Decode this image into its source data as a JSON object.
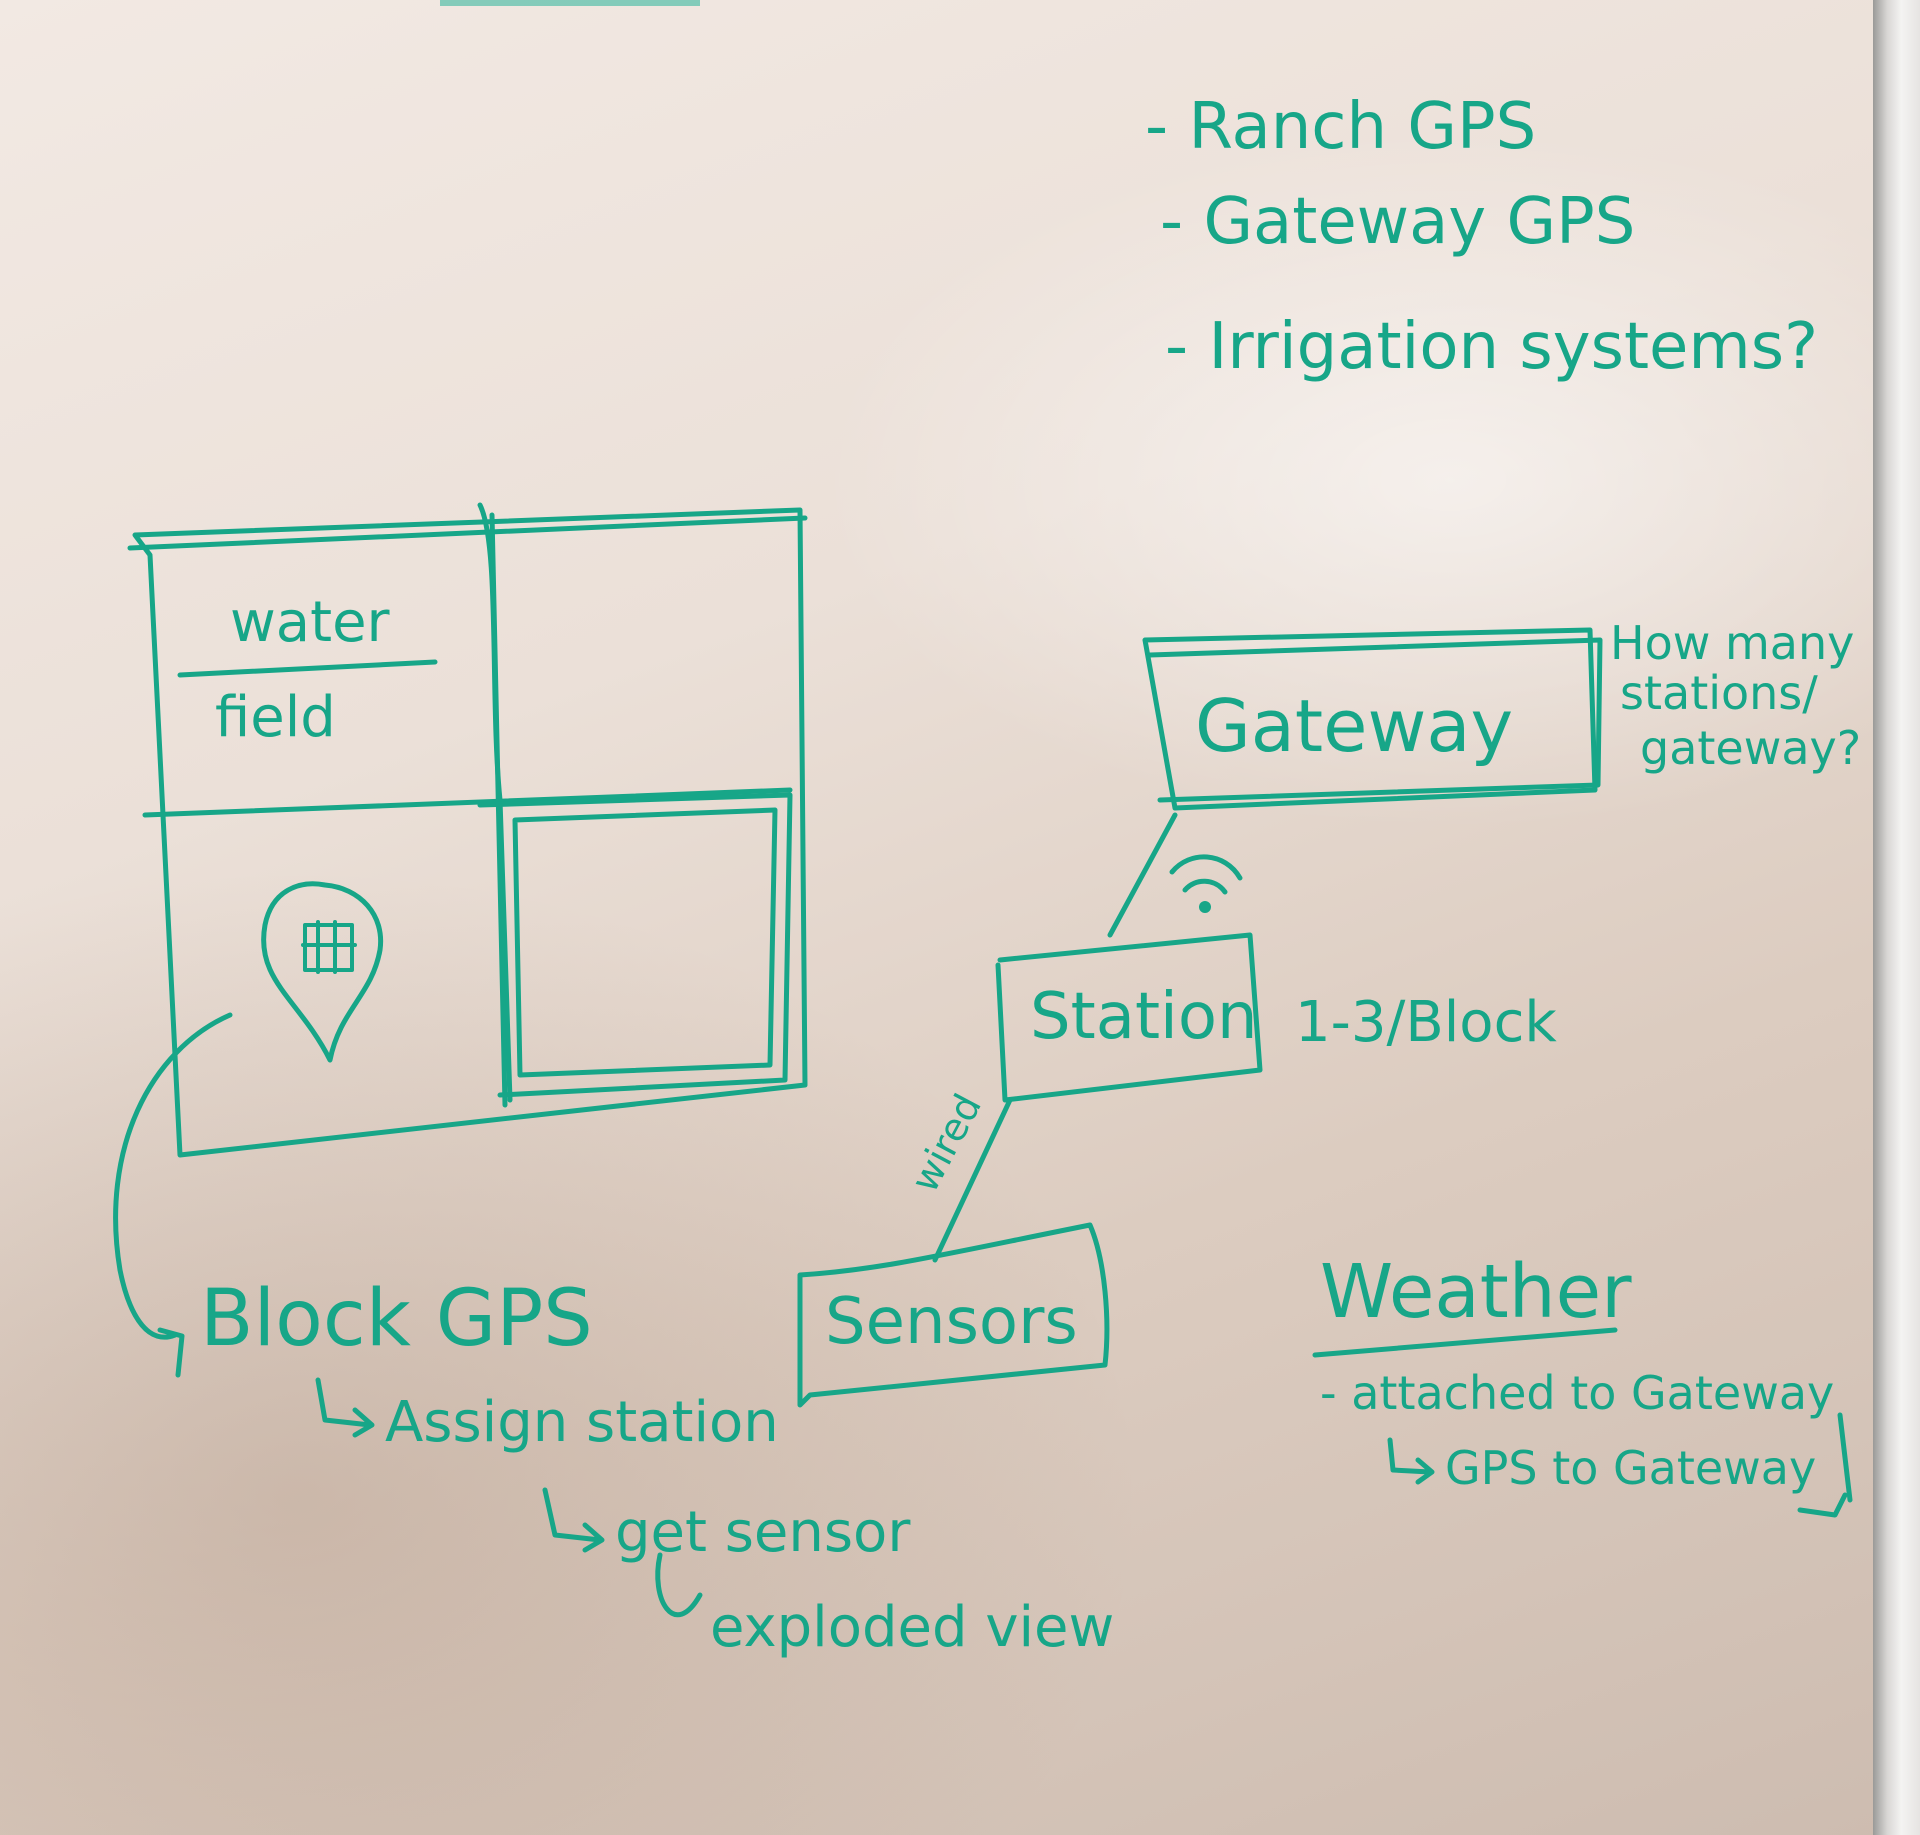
{
  "list": {
    "items": [
      "- Ranch GPS",
      "- Gateway GPS",
      "- Irrigation systems?"
    ]
  },
  "grid": {
    "top_left_upper": "water",
    "top_left_lower": "field"
  },
  "gateway": {
    "label": "Gateway",
    "question": [
      "How many",
      "stations/",
      "gateway?"
    ]
  },
  "station": {
    "label": "Station",
    "ratio": "1-3/Block"
  },
  "sensors": {
    "label": "Sensors",
    "link_label": "wired"
  },
  "flow": {
    "block_gps": "Block GPS",
    "assign": "Assign station",
    "get_sensor": "get sensor",
    "exploded": "exploded view"
  },
  "weather": {
    "title": "Weather",
    "line1": "- attached to Gateway",
    "line2": "GPS to Gateway"
  },
  "colors": {
    "marker": "#17a688",
    "board": "#ebe0d8"
  }
}
